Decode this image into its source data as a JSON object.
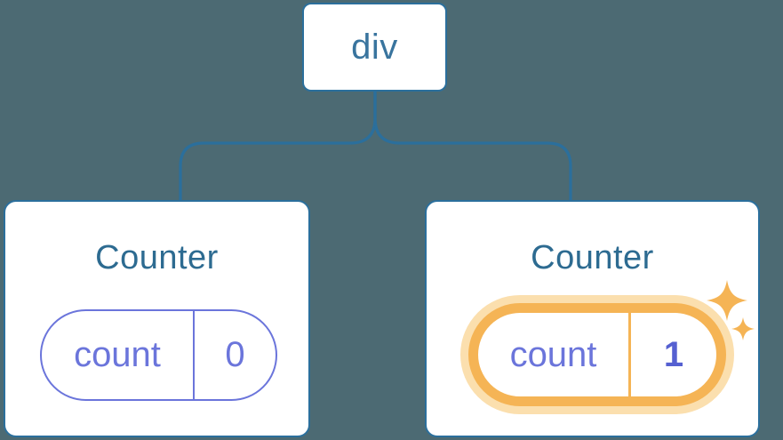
{
  "diagram": {
    "root": {
      "label": "div"
    },
    "nodes": [
      {
        "title": "Counter",
        "state_key": "count",
        "state_value": "0",
        "highlighted": false
      },
      {
        "title": "Counter",
        "state_key": "count",
        "state_value": "1",
        "highlighted": true
      }
    ]
  },
  "icons": {
    "sparkles": "sparkle-stars"
  },
  "colors": {
    "bg": "#4C6A73",
    "line": "#2B6F9C",
    "rootText": "#39749E",
    "title": "#2D6B91",
    "purple": "#6B75DB",
    "valueBold": "#5560D1",
    "orange": "#F5B455",
    "orangeHalo": "#FBDFAE",
    "card": "#FFFFFF"
  }
}
